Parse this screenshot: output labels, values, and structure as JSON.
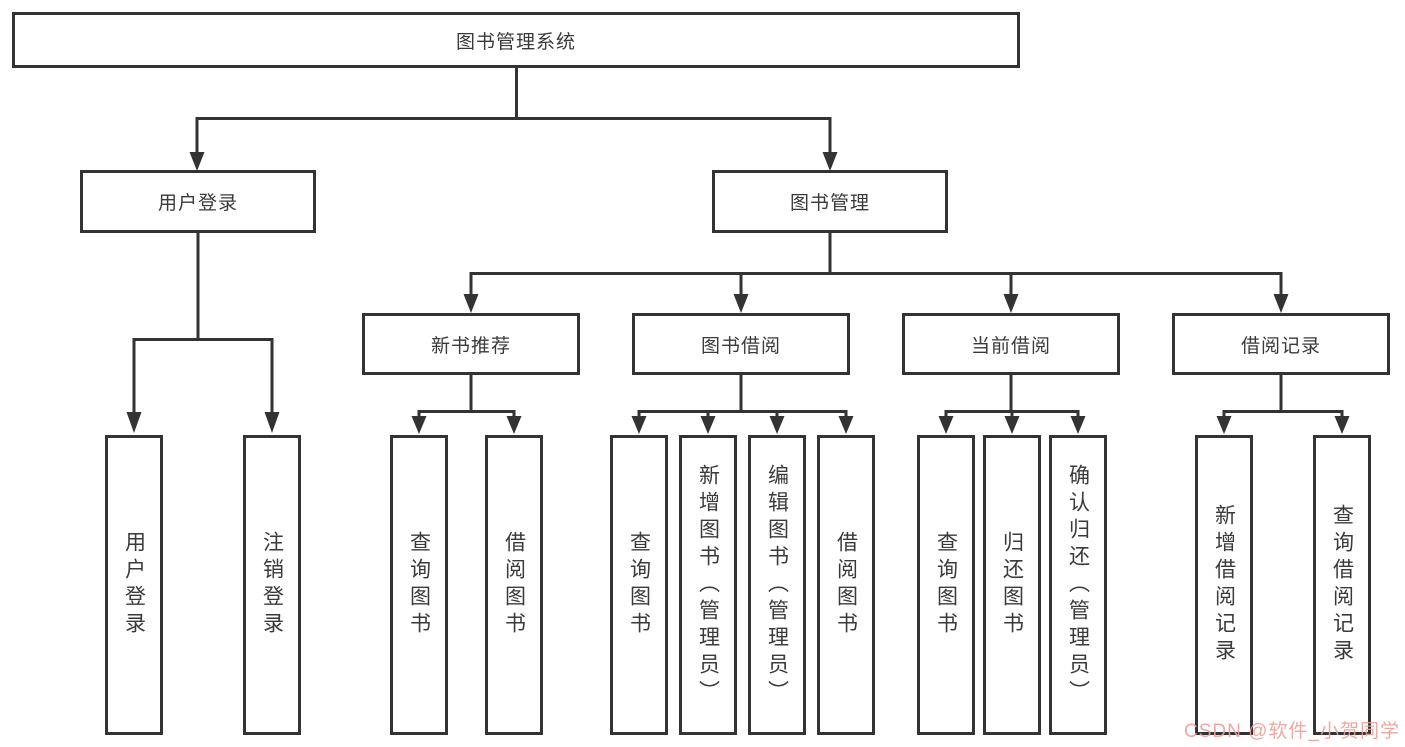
{
  "colors": {
    "line": "#333333",
    "text": "#3a3a3a",
    "watermark": "#ec9f99",
    "background": "#ffffff"
  },
  "watermark": "CSDN @软件_小贺同学",
  "tree": {
    "root": {
      "label": "图书管理系统",
      "children": [
        {
          "label": "用户登录",
          "children": [
            {
              "label": "用户登录"
            },
            {
              "label": "注销登录"
            }
          ]
        },
        {
          "label": "图书管理",
          "children": [
            {
              "label": "新书推荐",
              "children": [
                {
                  "label": "查询图书"
                },
                {
                  "label": "借阅图书"
                }
              ]
            },
            {
              "label": "图书借阅",
              "children": [
                {
                  "label": "查询图书"
                },
                {
                  "label": "新增图书（管理员）"
                },
                {
                  "label": "编辑图书（管理员）"
                },
                {
                  "label": "借阅图书"
                }
              ]
            },
            {
              "label": "当前借阅",
              "children": [
                {
                  "label": "查询图书"
                },
                {
                  "label": "归还图书"
                },
                {
                  "label": "确认归还（管理员）"
                }
              ]
            },
            {
              "label": "借阅记录",
              "children": [
                {
                  "label": "新增借阅记录"
                },
                {
                  "label": "查询借阅记录"
                }
              ]
            }
          ]
        }
      ]
    }
  }
}
